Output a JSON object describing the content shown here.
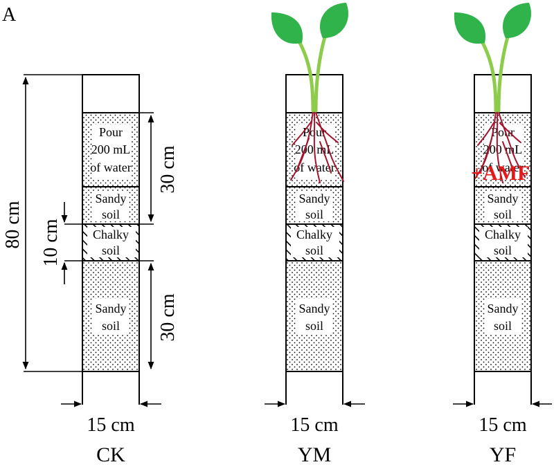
{
  "panel_label": "A",
  "columns": [
    {
      "treatment": "CK",
      "width_label": "15 cm",
      "plant": false,
      "amf_label": "",
      "layers": {
        "top": [
          "Pour",
          "200 mL",
          "of water"
        ],
        "sandy_upper": [
          "Sandy",
          "soil"
        ],
        "chalky": [
          "Chalky",
          "soil"
        ],
        "sandy_lower": [
          "Sandy",
          "soil"
        ]
      }
    },
    {
      "treatment": "YM",
      "width_label": "15 cm",
      "plant": true,
      "amf_label": "",
      "layers": {
        "top": [
          "Pour",
          "200 mL",
          "of water"
        ],
        "sandy_upper": [
          "Sandy",
          "soil"
        ],
        "chalky": [
          "Chalky",
          "soil"
        ],
        "sandy_lower": [
          "Sandy",
          "soil"
        ]
      }
    },
    {
      "treatment": "YF",
      "width_label": "15 cm",
      "plant": true,
      "amf_label": "+AMF",
      "layers": {
        "top": [
          "Pour",
          "200 mL",
          "of water"
        ],
        "sandy_upper": [
          "Sandy",
          "soil"
        ],
        "chalky": [
          "Chalky",
          "soil"
        ],
        "sandy_lower": [
          "Sandy",
          "soil"
        ]
      }
    }
  ],
  "dimensions": {
    "total_height": "80 cm",
    "upper_height": "30 cm",
    "chalky_height": "10 cm",
    "lower_height": "30 cm"
  },
  "colors": {
    "line": "#000000",
    "leaf": "#2fb34a",
    "stem": "#8ccc4a",
    "root": "#a3142c",
    "amf": "#e5191b"
  }
}
